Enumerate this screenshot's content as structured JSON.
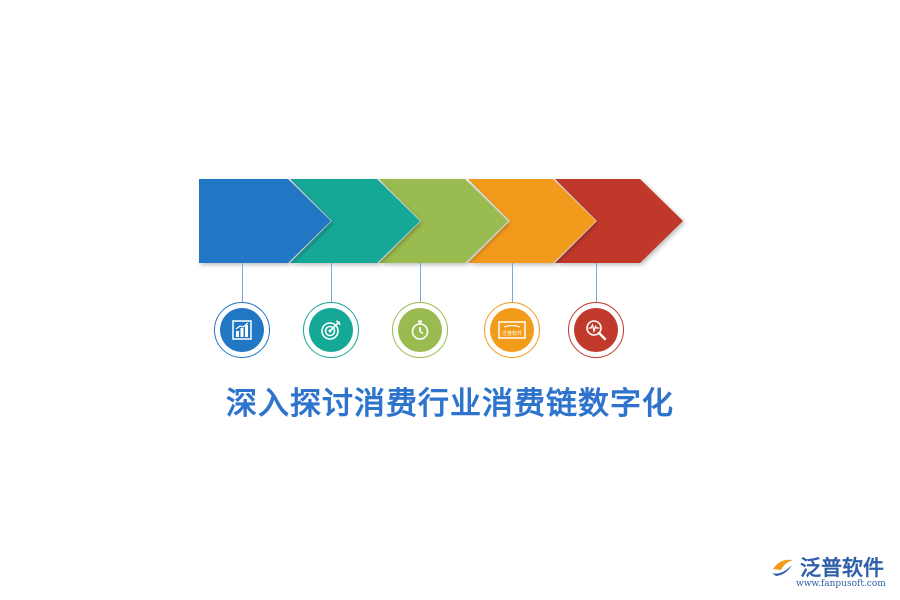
{
  "headline": "深入探讨消费行业消费链数字化",
  "colors": {
    "blue": "#2277c4",
    "teal": "#16a897",
    "green": "#9abb50",
    "orange": "#f29a1a",
    "red": "#c0392b",
    "headline": "#2f74cc"
  },
  "icons": [
    {
      "name": "bar-chart-icon"
    },
    {
      "name": "target-icon"
    },
    {
      "name": "stopwatch-icon"
    },
    {
      "name": "certificate-icon",
      "caption": "泛普软件"
    },
    {
      "name": "magnify-pulse-icon"
    }
  ],
  "logo": {
    "text": "泛普软件",
    "url": "www.fanpusoft.com"
  }
}
